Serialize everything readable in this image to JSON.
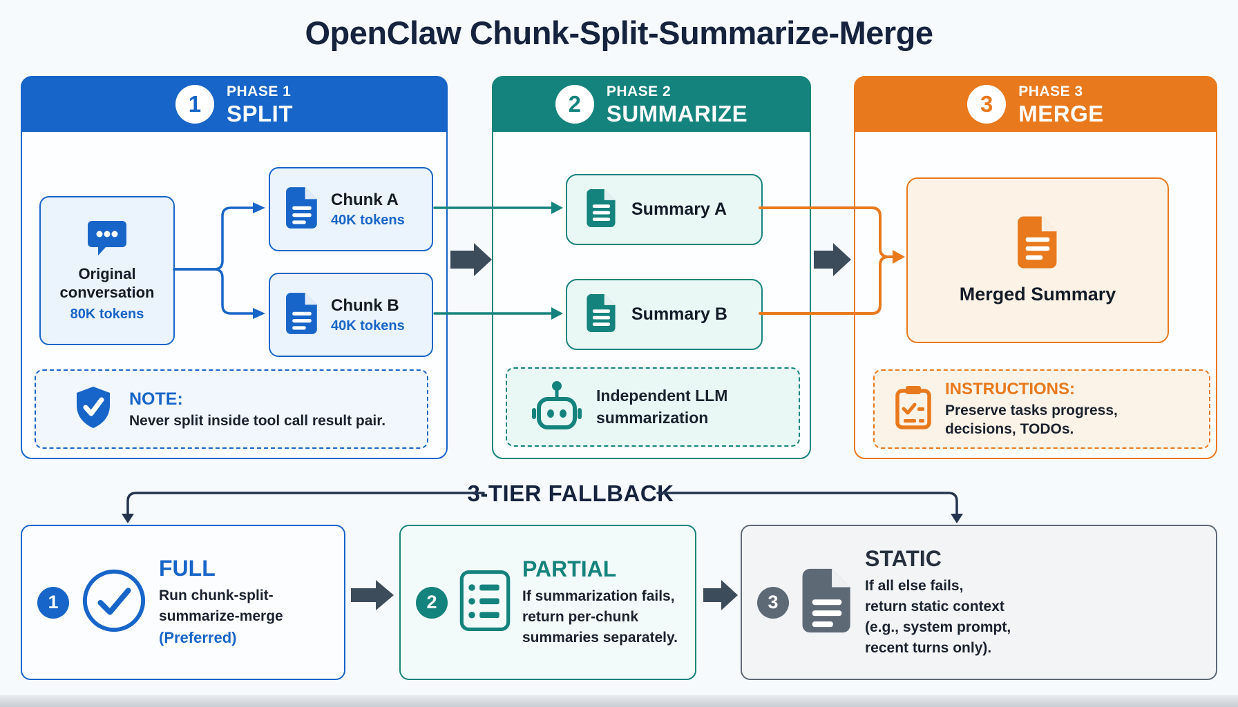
{
  "title": "OpenClaw Chunk-Split-Summarize-Merge",
  "colors": {
    "blue": "#1765C8",
    "teal": "#15837D",
    "orange": "#E8791D",
    "navy": "#16233E",
    "slate": "#3D4C5A",
    "gray": "#5E6976"
  },
  "phases": [
    {
      "number": "1",
      "phase_label": "PHASE 1",
      "name": "SPLIT",
      "original": {
        "title": "Original conversation",
        "tokens": "80K tokens"
      },
      "chunks": [
        {
          "name": "Chunk A",
          "tokens": "40K tokens"
        },
        {
          "name": "Chunk B",
          "tokens": "40K tokens"
        }
      ],
      "note": {
        "label": "NOTE:",
        "text": "Never split inside tool call result pair."
      }
    },
    {
      "number": "2",
      "phase_label": "PHASE 2",
      "name": "SUMMARIZE",
      "summaries": [
        {
          "name": "Summary A"
        },
        {
          "name": "Summary B"
        }
      ],
      "note": {
        "lines": [
          "Independent LLM",
          "summarization"
        ]
      }
    },
    {
      "number": "3",
      "phase_label": "PHASE 3",
      "name": "MERGE",
      "merged": {
        "name": "Merged Summary"
      },
      "instructions": {
        "label": "INSTRUCTIONS:",
        "lines": [
          "Preserve tasks progress,",
          "decisions, TODOs."
        ]
      }
    }
  ],
  "fallback": {
    "title": "3-TIER FALLBACK",
    "tiers": [
      {
        "number": "1",
        "name": "FULL",
        "lines": [
          "Run chunk-split-",
          "summarize-merge"
        ],
        "highlight": "(Preferred)"
      },
      {
        "number": "2",
        "name": "PARTIAL",
        "lines": [
          "If summarization fails,",
          "return per-chunk",
          "summaries separately."
        ]
      },
      {
        "number": "3",
        "name": "STATIC",
        "lines": [
          "If all else fails,",
          "return static context",
          "(e.g., system prompt,",
          "recent turns only)."
        ]
      }
    ]
  }
}
